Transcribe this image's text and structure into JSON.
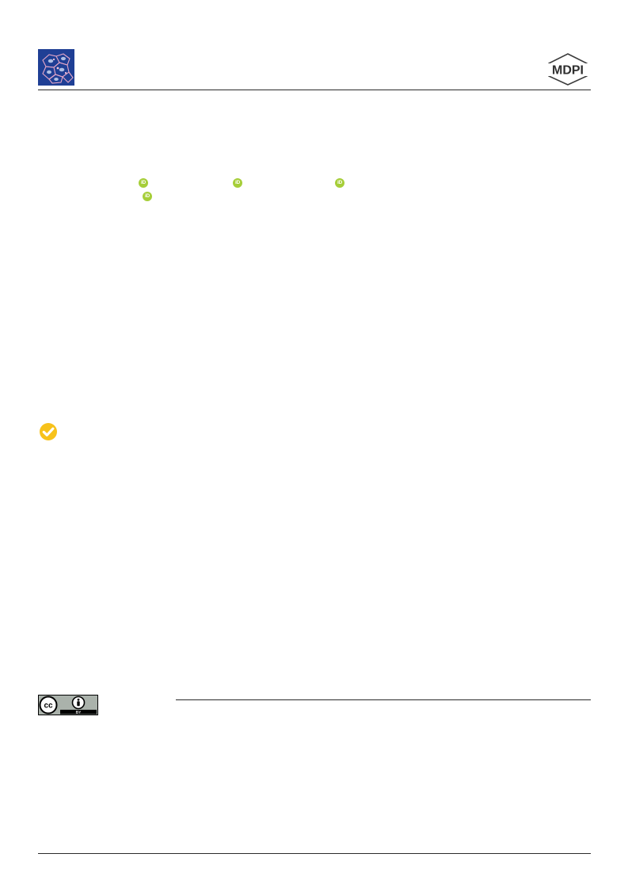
{
  "header": {
    "journal_logo_icon": "cell-network-icon",
    "publisher_logo_icon": "mdpi-logo-icon",
    "publisher_logo_text": "MDPI",
    "journal_logo_color": "#1f3f95"
  },
  "authors": {
    "orcid_icon": "orcid-icon",
    "orcid_text": "iD",
    "orcid_color": "#a6ce39"
  },
  "sidebar": {
    "check_for_updates_icon": "check-for-updates-icon",
    "check_color": "#f7c21b"
  },
  "license": {
    "cc_icon_text": "cc",
    "by_text": "BY",
    "cc_badge_color": "#aab2ab"
  }
}
